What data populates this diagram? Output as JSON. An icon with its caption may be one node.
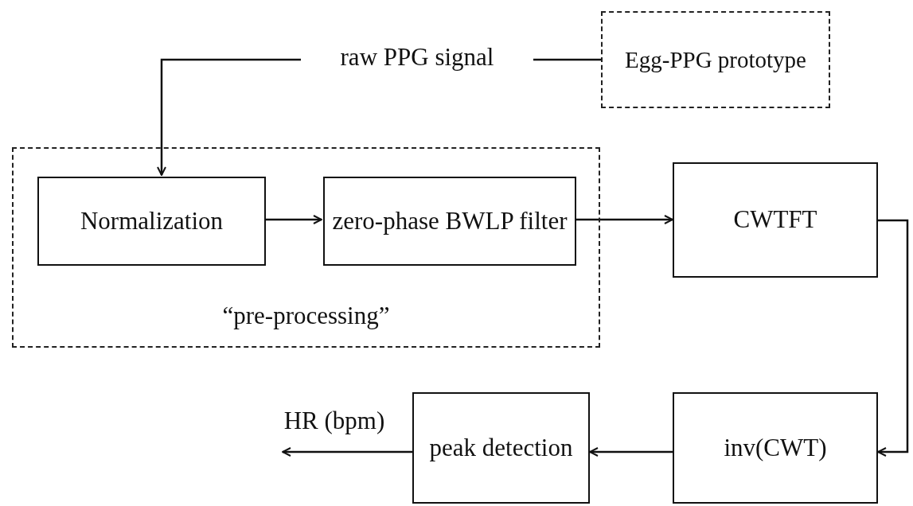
{
  "diagram": {
    "nodes": [
      {
        "text": [
          "Egg-PPG prototype"
        ]
      },
      {
        "text": [
          "raw PPG signal"
        ]
      },
      {
        "text": [
          "“pre-processing”"
        ]
      },
      {
        "text": [
          "Normalization"
        ],
        "in": 2
      },
      {
        "text": [
          "zero-phase BWLP filter"
        ],
        "in": 2
      },
      {
        "text": [
          "CWTFT"
        ]
      },
      {
        "text": [
          "inv(CWT)"
        ]
      },
      {
        "text": [
          "peak detection"
        ]
      },
      {
        "text": [
          "HR (bpm)"
        ]
      }
    ],
    "edges": [
      {
        "from": 0,
        "to": 1,
        "arrow": "none"
      },
      {
        "from": 1,
        "to": 3,
        "arrow": "to"
      },
      {
        "from": 3,
        "to": 4,
        "arrow": "to"
      },
      {
        "from": 4,
        "to": 5,
        "arrow": "to"
      },
      {
        "from": 5,
        "to": 6,
        "arrow": "to"
      },
      {
        "from": 6,
        "to": 7,
        "arrow": "to"
      },
      {
        "from": 7,
        "to": 8,
        "arrow": "to"
      }
    ]
  }
}
